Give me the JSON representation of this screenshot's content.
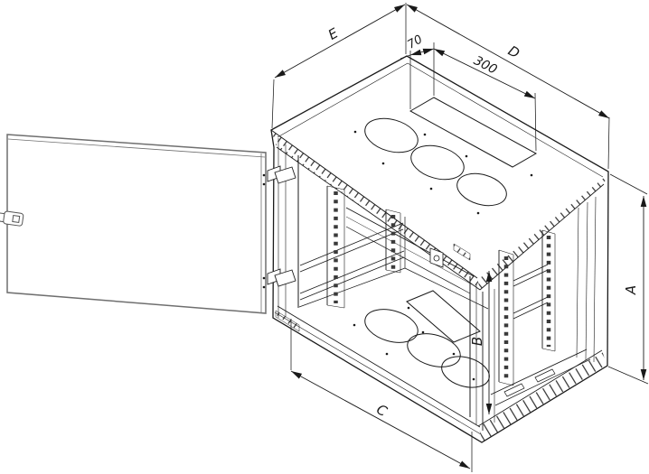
{
  "drawing": {
    "background_color": "#ffffff",
    "line_color": "#1a1a1a",
    "door_line_color": "#6f6f6f",
    "labels": {
      "e": "E",
      "d": "D",
      "offset_70": "70",
      "length_300": "300",
      "a": "A",
      "b": "B",
      "c": "C"
    }
  }
}
